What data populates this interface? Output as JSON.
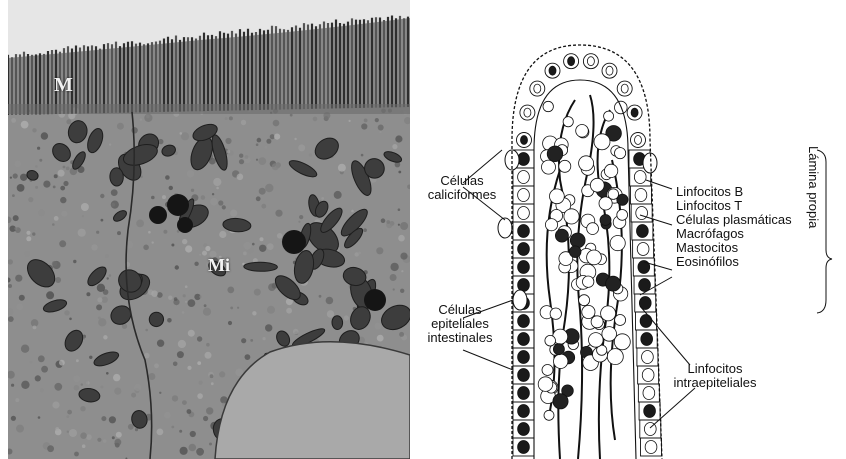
{
  "micrograph": {
    "label_microvilli": "M",
    "label_mitochondria": "Mi"
  },
  "diagram": {
    "labels": {
      "goblet_line1": "Células",
      "goblet_line2": "caliciformes",
      "epithelial_line1": "Células",
      "epithelial_line2": "epiteliales",
      "epithelial_line3": "intestinales",
      "lamina_cells": [
        "Linfocitos B",
        "Linfocitos T",
        "Células plasmáticas",
        "Macrófagos",
        "Mastocitos",
        "Eosinófilos"
      ],
      "iel_line1": "Linfocitos",
      "iel_line2": "intraepiteliales",
      "lamina_propria": "Lámina propia"
    }
  },
  "colors": {
    "ink": "#111111",
    "micrograph_dark": "#3a3a3a",
    "micrograph_light": "#9a9a9a"
  }
}
